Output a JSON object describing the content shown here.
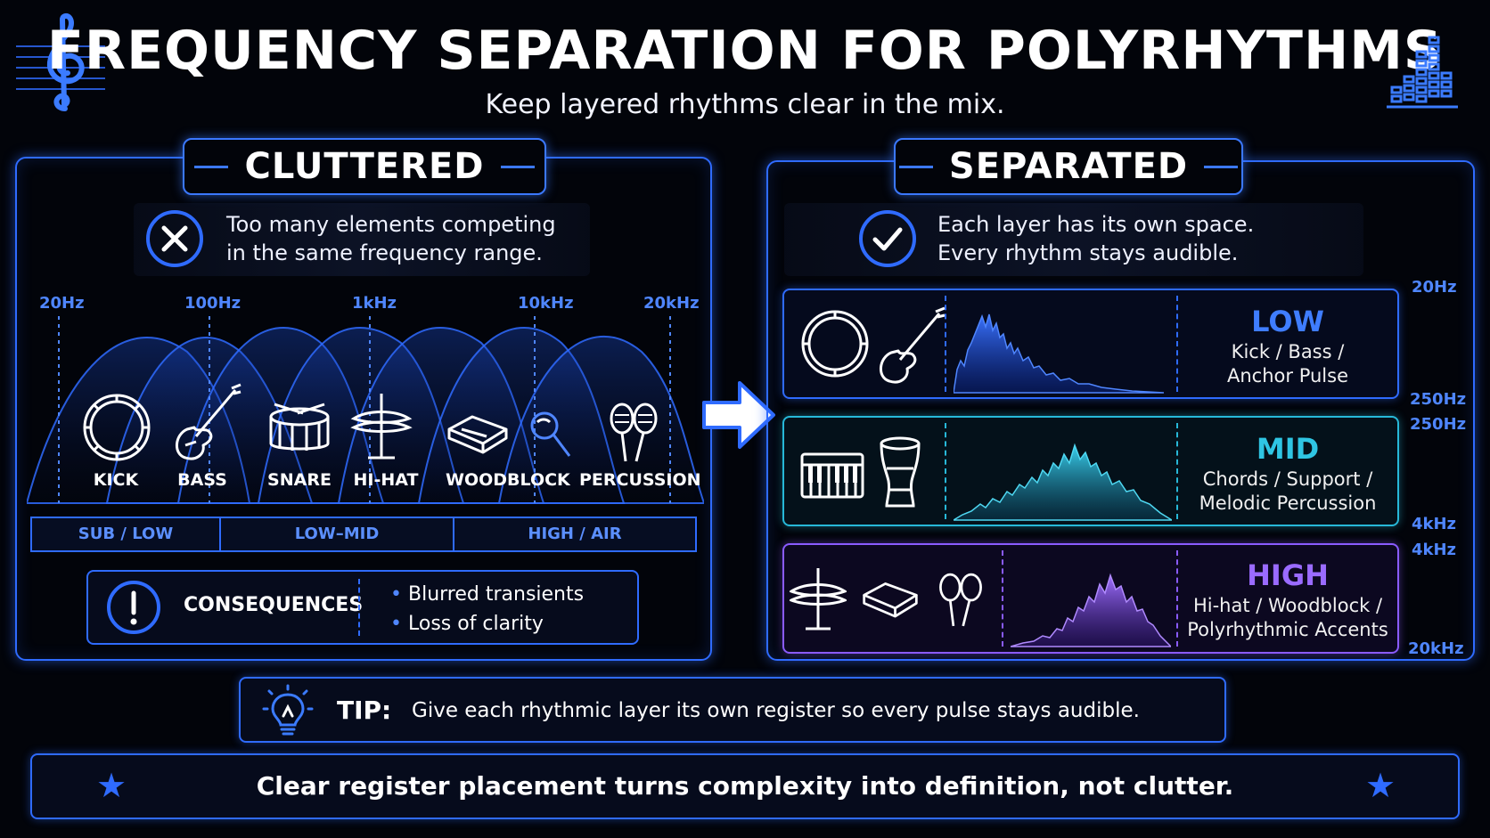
{
  "header": {
    "title": "FREQUENCY SEPARATION FOR POLYRHYTHMS",
    "subtitle": "Keep layered rhythms clear in the mix."
  },
  "cluttered": {
    "heading": "CLUTTERED",
    "message_line1": "Too many elements competing",
    "message_line2": "in the same frequency range.",
    "freq_markers": [
      "20Hz",
      "100Hz",
      "1kHz",
      "10kHz",
      "20kHz"
    ],
    "instruments": [
      "KICK",
      "BASS",
      "SNARE",
      "HI-HAT",
      "WOODBLOCK",
      "PERCUSSION"
    ],
    "bands": [
      "SUB / LOW",
      "LOW–MID",
      "HIGH / AIR"
    ],
    "consequences_label": "CONSEQUENCES",
    "consequences": [
      "Blurred transients",
      "Loss of clarity"
    ]
  },
  "separated": {
    "heading": "SEPARATED",
    "message_line1": "Each layer has its own space.",
    "message_line2": "Every rhythm stays audible.",
    "rows": [
      {
        "title": "LOW",
        "desc_line1": "Kick / Bass /",
        "desc_line2": "Anchor Pulse",
        "range_top": "20Hz",
        "range_bottom": "250Hz",
        "color": "#2a63ff"
      },
      {
        "title": "MID",
        "desc_line1": "Chords / Support /",
        "desc_line2": "Melodic Percussion",
        "range_top": "250Hz",
        "range_bottom": "4kHz",
        "color": "#27b8d8"
      },
      {
        "title": "HIGH",
        "desc_line1": "Hi-hat / Woodblock /",
        "desc_line2": "Polyrhythmic Accents",
        "range_top": "4kHz",
        "range_bottom": "20kHz",
        "color": "#8a5bff"
      }
    ]
  },
  "tip": {
    "label": "TIP:",
    "text": "Give each rhythmic layer its own register so every pulse stays audible."
  },
  "footer": {
    "text": "Clear register placement turns complexity into definition, not clutter."
  },
  "colors": {
    "accent_blue": "#2f6bff",
    "background": "#02040a",
    "low": "#2a63ff",
    "mid": "#27b8d8",
    "high": "#8a5bff"
  }
}
